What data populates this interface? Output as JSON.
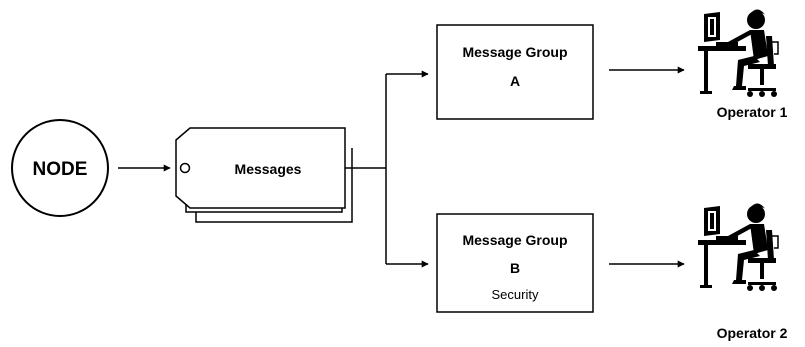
{
  "node": {
    "label": "NODE"
  },
  "messages": {
    "label": "Messages"
  },
  "groups": [
    {
      "title": "Message Group",
      "letter": "A",
      "note": ""
    },
    {
      "title": "Message Group",
      "letter": "B",
      "note": "Security"
    }
  ],
  "operators": [
    {
      "label": "Operator 1",
      "icon": "operator-at-workstation-icon"
    },
    {
      "label": "Operator 2",
      "icon": "operator-at-workstation-icon"
    }
  ],
  "colors": {
    "stroke": "#000000",
    "background": "#ffffff"
  }
}
